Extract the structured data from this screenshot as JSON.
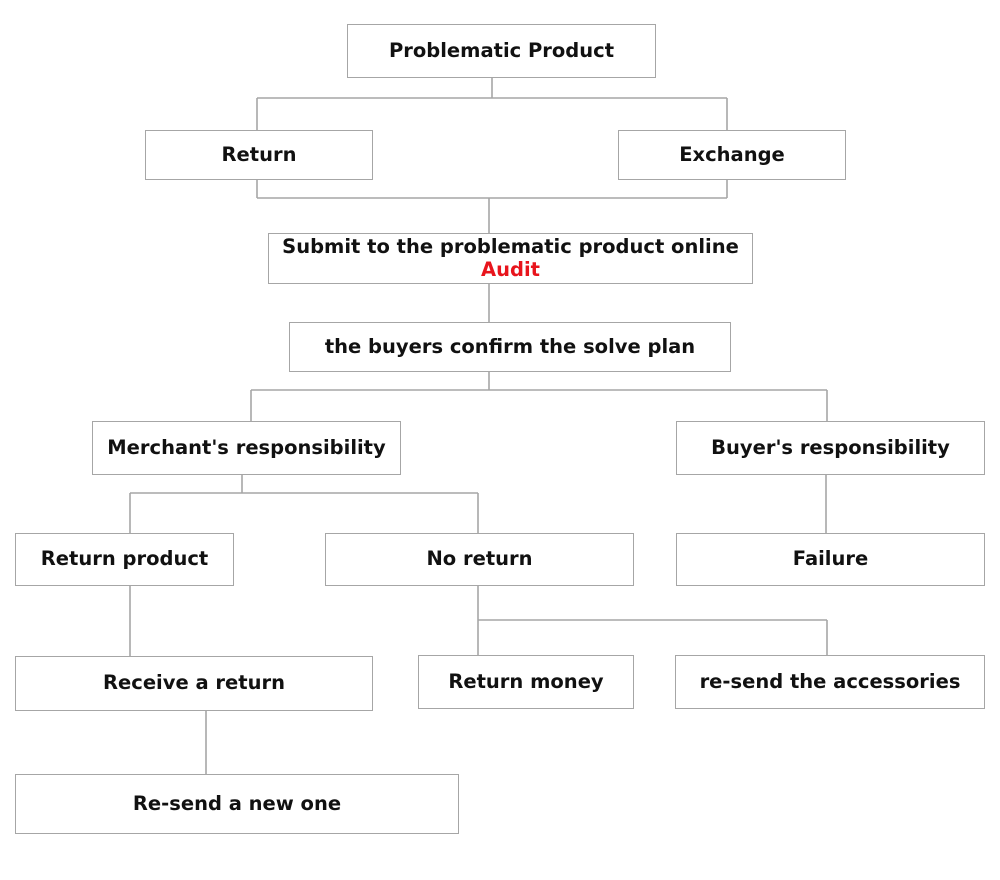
{
  "diagram": {
    "line_color": "#a6a6a6",
    "accent_color": "#e8141c",
    "nodes": {
      "root": "Problematic Product",
      "return": "Return",
      "exchange": "Exchange",
      "submit": "Submit to the problematic product online",
      "audit": "Audit",
      "confirm": "the buyers confirm the solve plan",
      "merchant": "Merchant's responsibility",
      "buyer": "Buyer's responsibility",
      "return_product": "Return product",
      "no_return": "No return",
      "failure": "Failure",
      "receive_return": "Receive a return",
      "return_money": "Return money",
      "resend_accessories": "re-send the accessories",
      "resend_new": "Re-send a new one"
    }
  }
}
